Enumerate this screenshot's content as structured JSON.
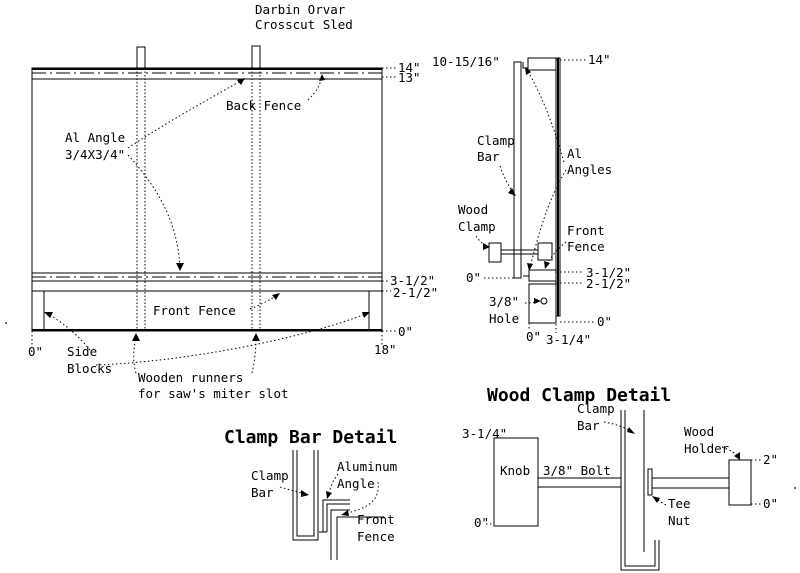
{
  "title": {
    "line1": "Darbin Orvar",
    "line2": "Crosscut Sled"
  },
  "top_view": {
    "dims_right": {
      "d14": "14\"",
      "d13": "13\"",
      "d3_5": "3-1/2\"",
      "d2_5": "2-1/2\"",
      "d0": "0\""
    },
    "dims_bottom": {
      "left": "0\"",
      "right": "18\""
    },
    "labels": {
      "back_fence": "Back Fence",
      "al_angle_1": "Al Angle",
      "al_angle_2": "3/4X3/4\"",
      "front_fence": "Front Fence",
      "side_blocks_1": "Side",
      "side_blocks_2": "Blocks",
      "runners_1": "Wooden runners",
      "runners_2": "for saw's miter slot"
    }
  },
  "side_view": {
    "dims": {
      "d10": "10-15/16\"",
      "d14": "14\"",
      "d3_5": "3-1/2\"",
      "d2_5": "2-1/2\"",
      "d0_left": "0\"",
      "d0_right": "0\"",
      "d0_bottom": "0\"",
      "d3_25": "3-1/4\""
    },
    "labels": {
      "clamp_bar_1": "Clamp",
      "clamp_bar_2": "Bar",
      "al_angles_1": "Al",
      "al_angles_2": "Angles",
      "wood_clamp_1": "Wood",
      "wood_clamp_2": "Clamp",
      "front_fence_1": "Front",
      "front_fence_2": "Fence",
      "hole_1": "3/8\"",
      "hole_2": "Hole"
    }
  },
  "clamp_bar_detail": {
    "heading": "Clamp Bar Detail",
    "labels": {
      "clamp_bar_1": "Clamp",
      "clamp_bar_2": "Bar",
      "aluminum_angle_1": "Aluminum",
      "aluminum_angle_2": "Angle",
      "front_fence_1": "Front",
      "front_fence_2": "Fence"
    }
  },
  "wood_clamp_detail": {
    "heading": "Wood Clamp Detail",
    "labels": {
      "clamp_bar_1": "Clamp",
      "clamp_bar_2": "Bar",
      "wood_holder_1": "Wood",
      "wood_holder_2": "Holder",
      "knob": "Knob",
      "bolt": "3/8\" Bolt",
      "tee_nut_1": "Tee",
      "tee_nut_2": "Nut"
    },
    "dims": {
      "d3_25": "3-1/4\"",
      "d0_knob": "0\"",
      "d2": "2\"",
      "d0_holder": "0\""
    }
  }
}
